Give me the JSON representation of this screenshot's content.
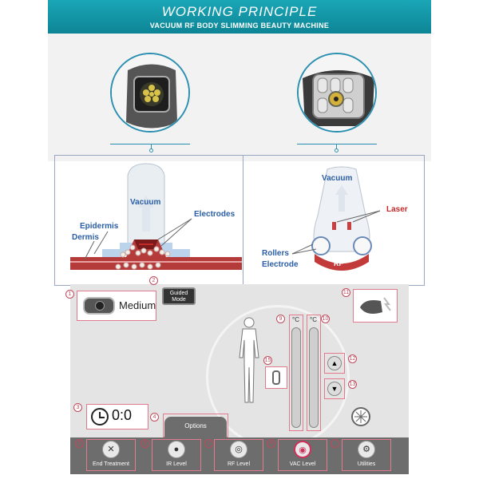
{
  "header": {
    "title": "WORKING PRINCIPLE",
    "subtitle": "VACUUM RF BODY SLIMMING BEAUTY MACHINE"
  },
  "left_diagram": {
    "vacuum": "Vacuum",
    "electrodes": "Electrodes",
    "epidermis": "Epidermis",
    "dermis": "Dermis"
  },
  "right_diagram": {
    "vacuum": "Vacuum",
    "laser": "Laser",
    "rollers": "Rollers",
    "electrode": "Electrode",
    "rf": "RF"
  },
  "screen": {
    "callouts": [
      "1",
      "2",
      "3",
      "4",
      "5",
      "6",
      "7",
      "8",
      "9",
      "10",
      "11",
      "12",
      "13",
      "15"
    ],
    "intensity": "Medium",
    "guided_mode": "Guided Mode",
    "timer": "0:0",
    "options": "Options",
    "temp_unit_1": "°C",
    "temp_unit_2": "°C",
    "buttons": {
      "end_treatment": "End Treatment",
      "ir_level": "IR Level",
      "rf_level": "RF Level",
      "vac_level": "VAC Level",
      "utilities": "Utilities"
    }
  },
  "colors": {
    "banner": "#1198a8",
    "accent_blue": "#2a8fb0",
    "label_blue": "#2a5ea6",
    "label_red": "#c22a2a",
    "callout_pink": "#e07a8c"
  }
}
